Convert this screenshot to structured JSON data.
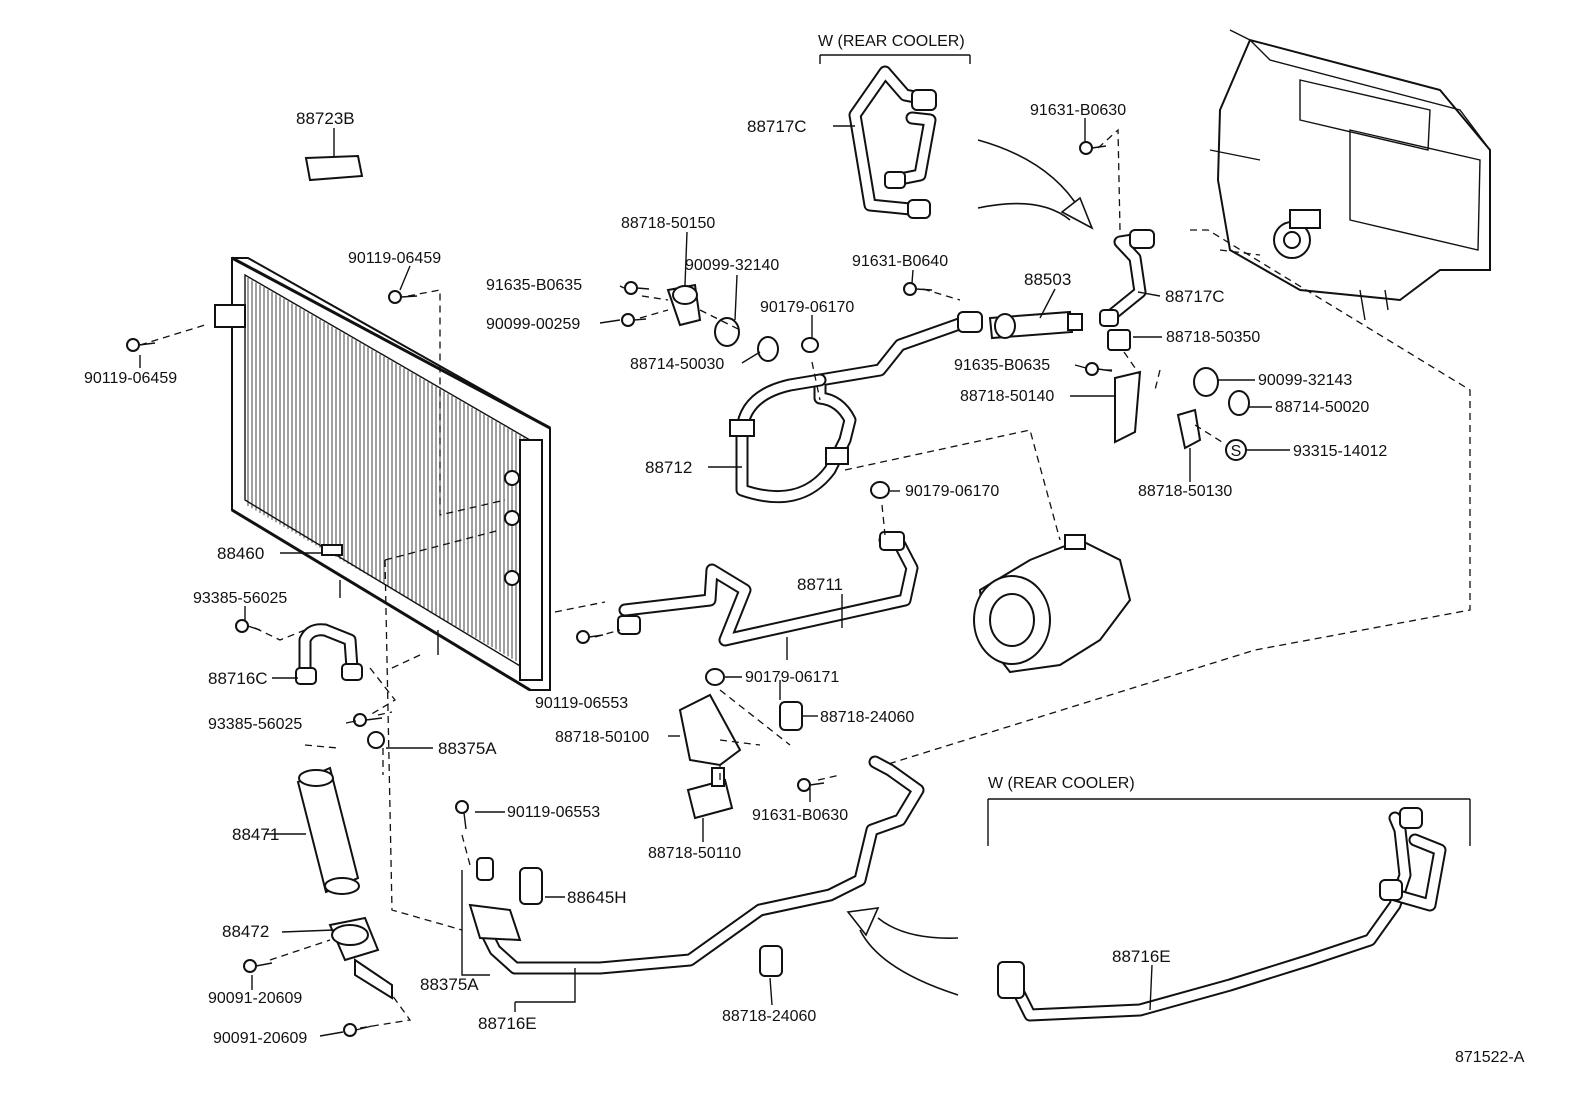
{
  "diagram_ref": "871522-A",
  "variants": {
    "top": "W (REAR COOLER)",
    "bottom": "W (REAR COOLER)"
  },
  "labels": {
    "l_88723B": "88723B",
    "l_90119_06459_a": "90119-06459",
    "l_90119_06459_b": "90119-06459",
    "l_88460": "88460",
    "l_93385_56025_a": "93385-56025",
    "l_88716C": "88716C",
    "l_93385_56025_b": "93385-56025",
    "l_88375A_a": "88375A",
    "l_88471": "88471",
    "l_88472": "88472",
    "l_90091_20609_a": "90091-20609",
    "l_90091_20609_b": "90091-20609",
    "l_88375A_b": "88375A",
    "l_88716E_a": "88716E",
    "l_90119_06553_a": "90119-06553",
    "l_90119_06553_b": "90119-06553",
    "l_88645H": "88645H",
    "l_88717C_a": "88717C",
    "l_88718_50150": "88718-50150",
    "l_91635_B0635_a": "91635-B0635",
    "l_90099_32140": "90099-32140",
    "l_90099_00259": "90099-00259",
    "l_88714_50030": "88714-50030",
    "l_91631_B0640": "91631-B0640",
    "l_90179_06170_a": "90179-06170",
    "l_88712": "88712",
    "l_90179_06170_b": "90179-06170",
    "l_88711": "88711",
    "l_88503": "88503",
    "l_91631_B0630_a": "91631-B0630",
    "l_88717C_b": "88717C",
    "l_88718_50350": "88718-50350",
    "l_91635_B0635_b": "91635-B0635",
    "l_88718_50140": "88718-50140",
    "l_90099_32143": "90099-32143",
    "l_88714_50020": "88714-50020",
    "l_93315_14012": "93315-14012",
    "l_88718_50130": "88718-50130",
    "l_90179_06171": "90179-06171",
    "l_88718_24060_a": "88718-24060",
    "l_88718_50100": "88718-50100",
    "l_91631_B0630_b": "91631-B0630",
    "l_88718_50110": "88718-50110",
    "l_88718_24060_b": "88718-24060",
    "l_88716E_b": "88716E",
    "s_marker": "S"
  }
}
